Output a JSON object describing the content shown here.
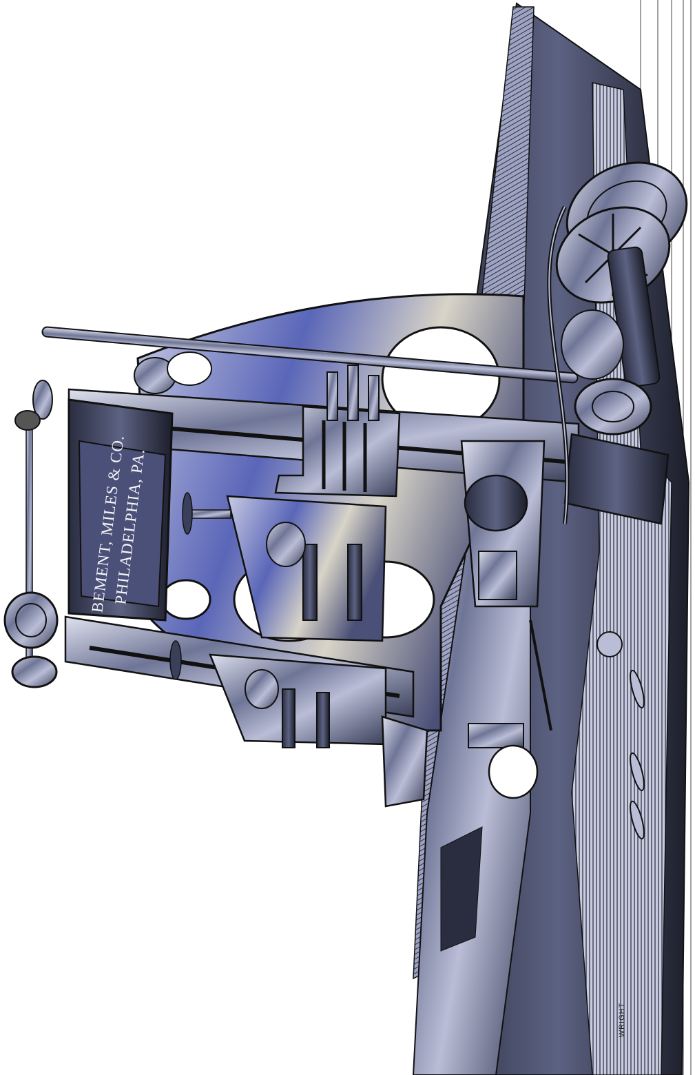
{
  "plate": {
    "maker_line_1": "BEMENT, MILES & CO.",
    "maker_line_2": "PHILADELPHIA, PA.",
    "engraver_signature": "WRIGHT"
  },
  "colors": {
    "ink": "#1c1e2a",
    "steel_dark": "#3a3f5a",
    "steel_mid": "#6f7596",
    "steel_light": "#b9bdd6",
    "blue_tint": "#5a66b8",
    "paper": "#ffffff"
  }
}
